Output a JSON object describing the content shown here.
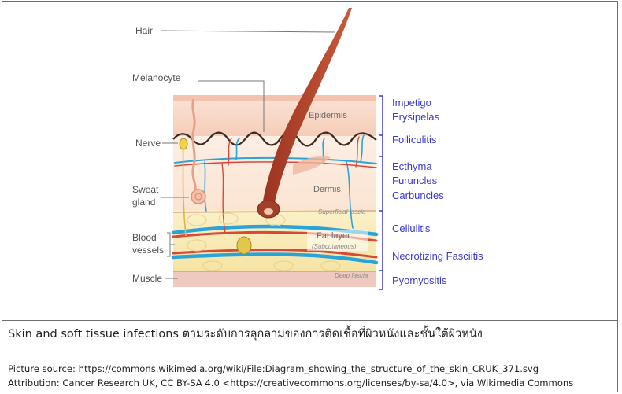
{
  "diagram": {
    "anatomy_labels": {
      "hair": "Hair",
      "melanocyte": "Melanocyte",
      "nerve": "Nerve",
      "sweat_gland_line1": "Sweat",
      "sweat_gland_line2": "gland",
      "blood_vessels_line1": "Blood",
      "blood_vessels_line2": "vessels",
      "muscle": "Muscle"
    },
    "layer_labels": {
      "epidermis": "Epidermis",
      "dermis": "Dermis",
      "superficial_fascia": "Superficial fascia",
      "fat_layer": "Fat layer",
      "subcutaneous": "(Subcutaneous)",
      "deep_fascia": "Deep fascia"
    },
    "infections": [
      {
        "text": "Impetigo"
      },
      {
        "text": "Erysipelas"
      },
      {
        "text": "Folliculitis"
      },
      {
        "text": "Ecthyma"
      },
      {
        "text": "Furuncles"
      },
      {
        "text": "Carbuncles"
      },
      {
        "text": "Cellulitis"
      },
      {
        "text": "Necrotizing Fasciitis"
      },
      {
        "text": "Pyomyositis"
      }
    ],
    "colors": {
      "infection_text": "#3a3ad0",
      "bracket": "#3a3ad0",
      "hair": "#b5432a",
      "vessel_blue": "#2aa4d8",
      "vessel_red": "#d9493a",
      "skin_pink": "#f6d5c3",
      "fat_yellow": "#f7e8b0"
    }
  },
  "caption": {
    "title": "Skin and soft tissue infections ตามระดับการลุกลามของการติดเชื้อที่ผิวหนังและชั้นใต้ผิวหนัง",
    "source_line": "Picture source: https://commons.wikimedia.org/wiki/File:Diagram_showing_the_structure_of_the_skin_CRUK_371.svg",
    "attribution_line": "Attribution: Cancer Research UK, CC BY-SA 4.0 <https://creativecommons.org/licenses/by-sa/4.0>, via Wikimedia Commons"
  }
}
